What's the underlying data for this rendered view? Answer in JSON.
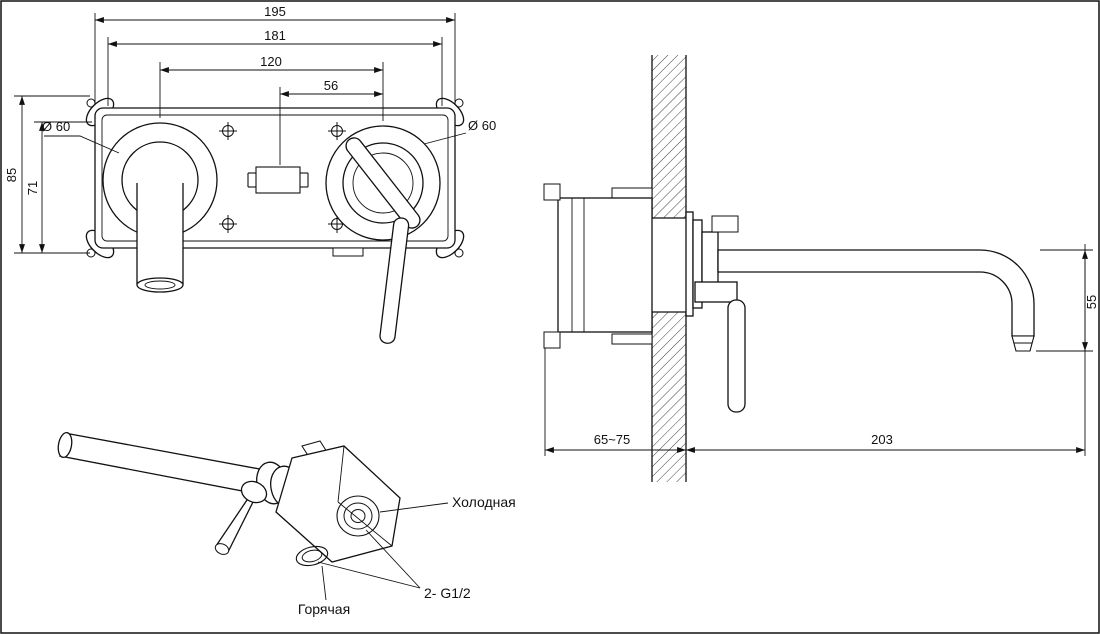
{
  "colors": {
    "ink": "#111111",
    "background": "#ffffff"
  },
  "drawing": {
    "front_view": {
      "dim_width_total": "195",
      "dim_width_inner": "181",
      "dim_centers": "120",
      "dim_offset": "56",
      "dim_height_total": "85",
      "dim_height_inner": "71",
      "dia_left": "Ø 60",
      "dia_right": "Ø 60"
    },
    "side_view": {
      "dim_depth": "65~75",
      "dim_reach": "203",
      "dim_drop": "55"
    },
    "iso_view": {
      "label_cold": "Холодная",
      "label_hot": "Горячая",
      "label_thread": "2- G1/2"
    }
  }
}
